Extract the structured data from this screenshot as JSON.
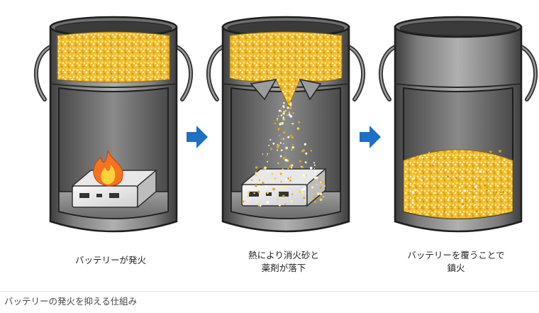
{
  "steps": [
    {
      "lines": [
        "バッテリーが発火"
      ]
    },
    {
      "lines": [
        "熱により消火砂と",
        "薬剤が落下"
      ]
    },
    {
      "lines": [
        "バッテリーを覆うことで",
        "鎮火"
      ]
    }
  ],
  "caption": "バッテリーの発火を抑える仕組み",
  "icons": [
    "arrow-right-icon",
    "flame-icon",
    "battery-icon"
  ],
  "colors": {
    "can_dark": "#555555",
    "can_light": "#9a9a9a",
    "sand": "#f2c237",
    "arrow": "#1f6fc4",
    "flame": "#f5731f"
  }
}
